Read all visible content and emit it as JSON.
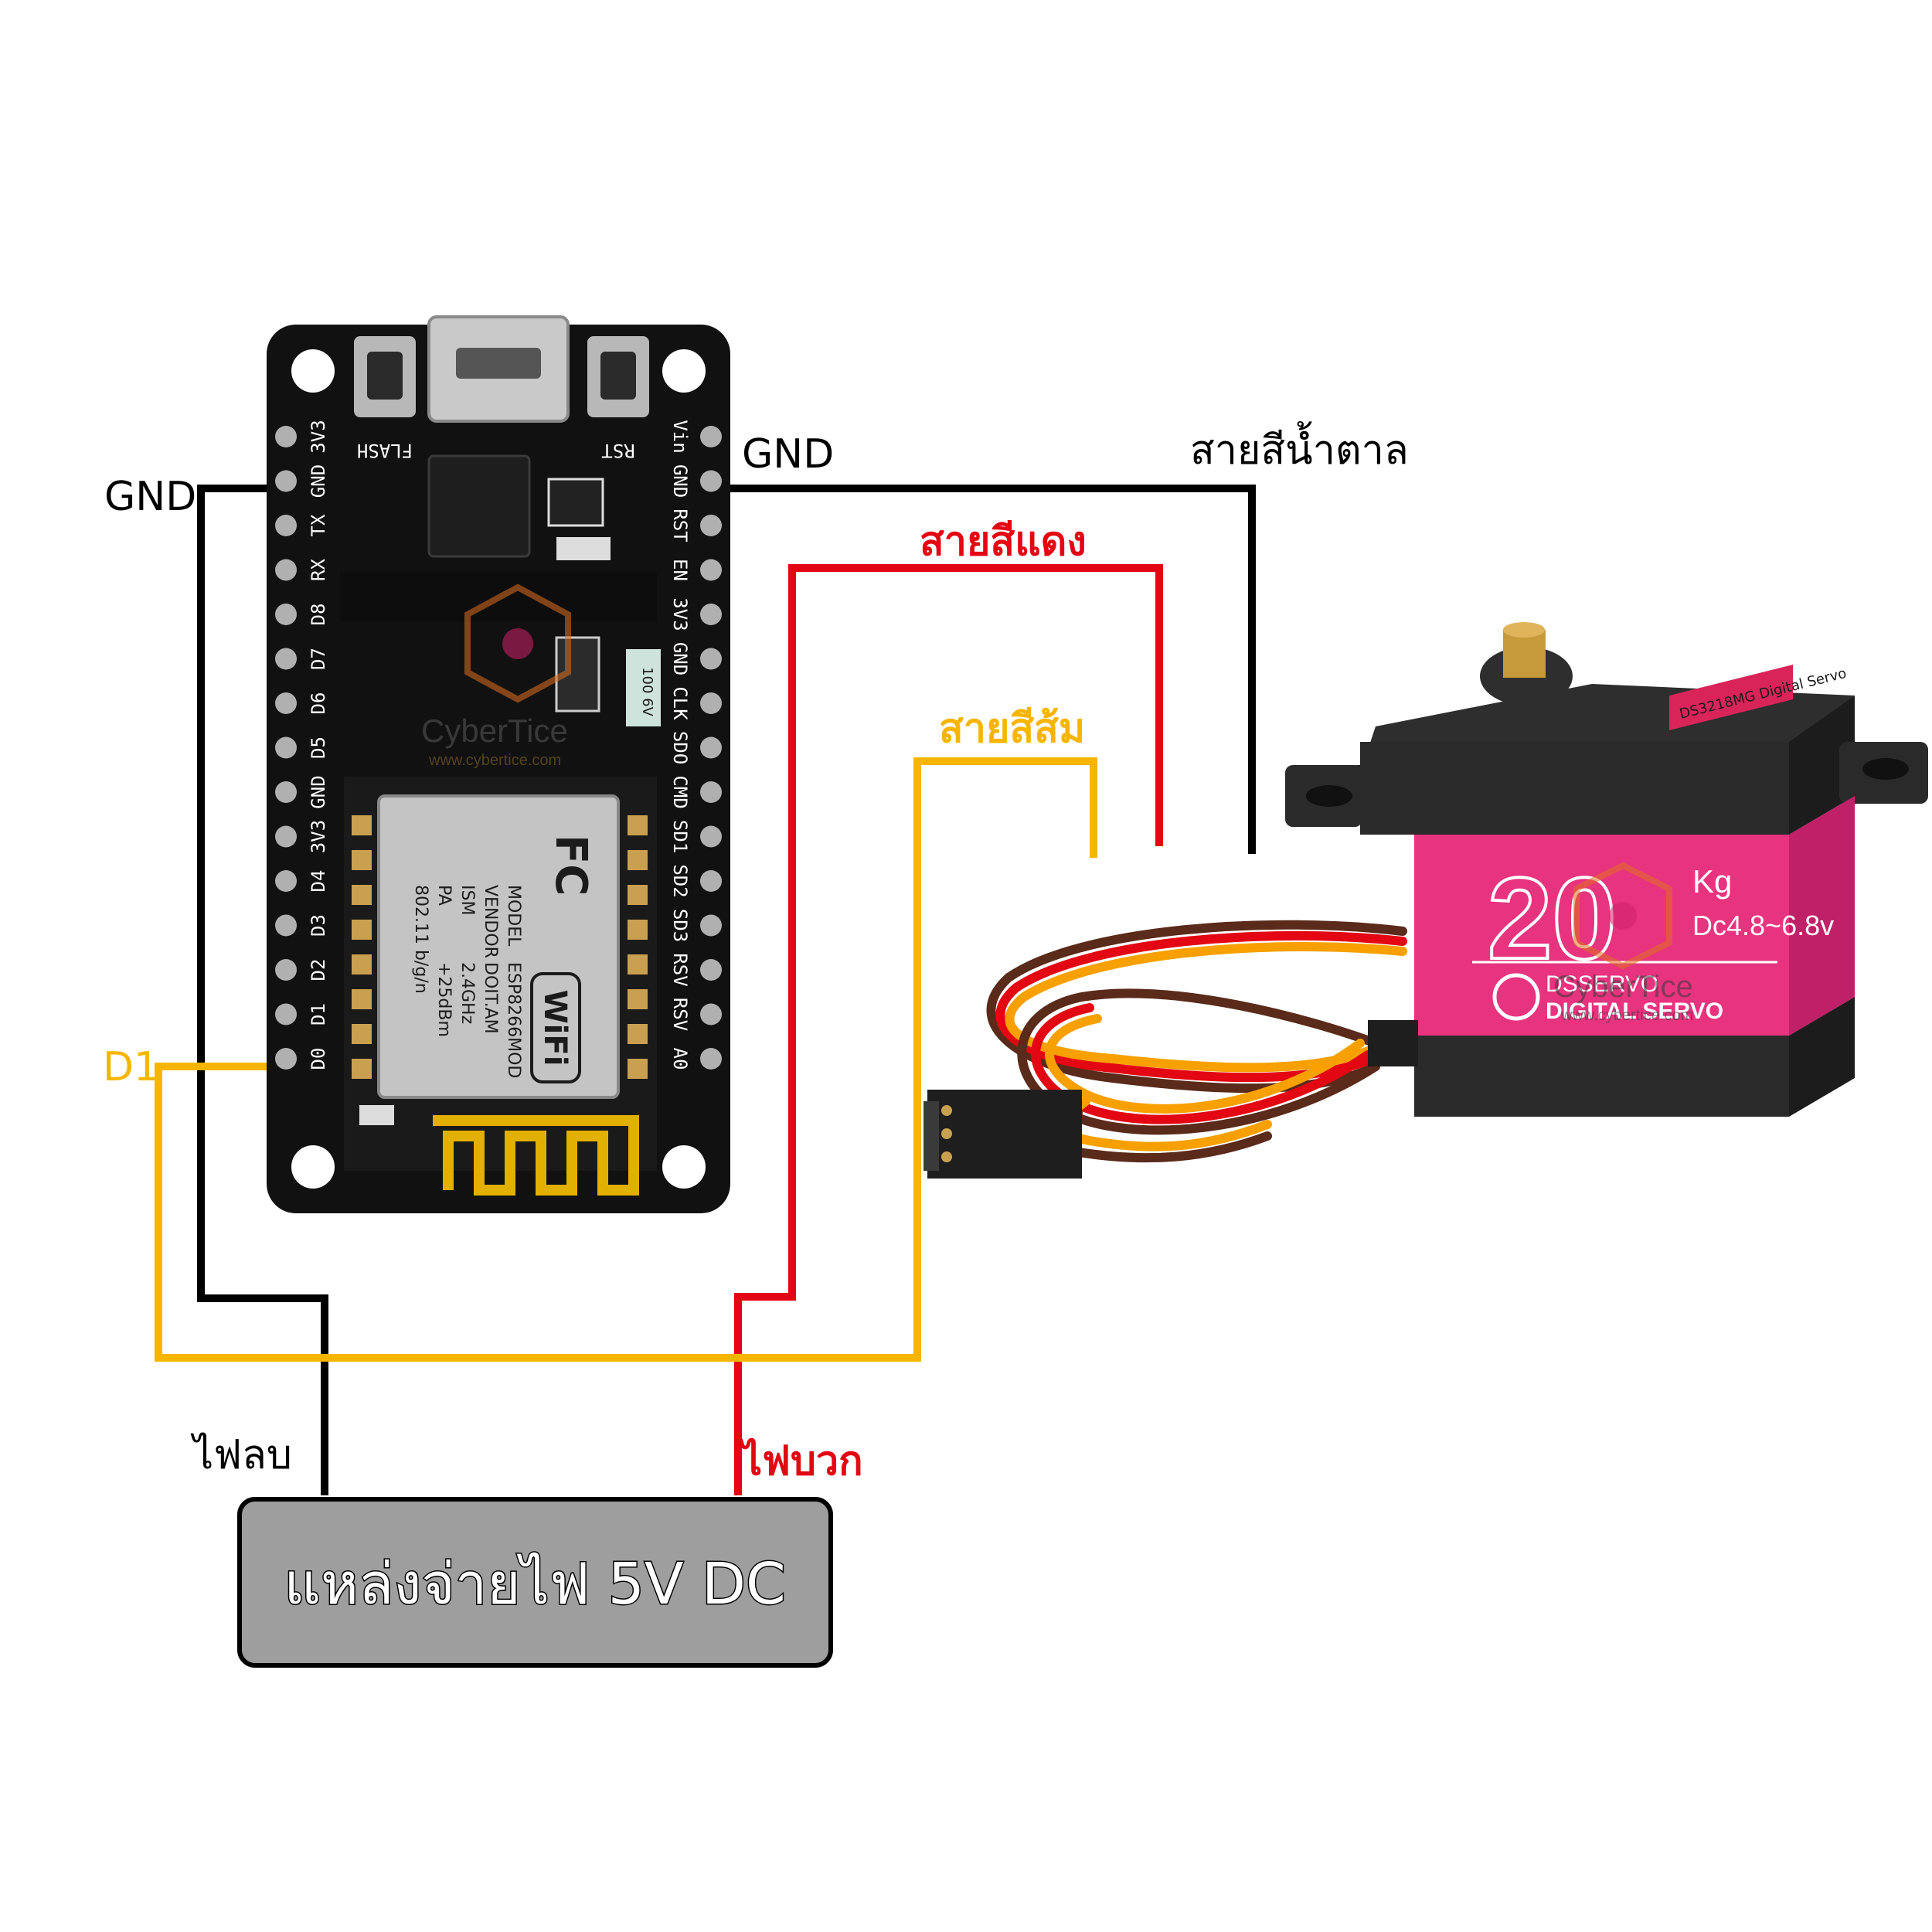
{
  "colors": {
    "gnd_wire": "#000000",
    "power_wire": "#e30613",
    "signal_wire": "#f7b500",
    "board": "#111111",
    "servo_body": "#2a2a2a",
    "servo_label": "#e8337f",
    "power_box": "#9e9e9e"
  },
  "labels": {
    "gnd_left": "GND",
    "gnd_right": "GND",
    "d1": "D1",
    "brown_wire": "สายสีน้ำตาล",
    "red_wire": "สายสีแดง",
    "orange_wire": "สายสีส้ม",
    "negative": "ไฟลบ",
    "positive": "ไฟบวก",
    "power_supply": "แหล่งจ่ายไฟ 5V DC"
  },
  "board": {
    "button_left": "FLASH",
    "button_right": "RST",
    "left_pins": [
      "3V3",
      "GND",
      "TX",
      "RX",
      "D8",
      "D7",
      "D6",
      "D5",
      "GND",
      "3V3",
      "D4",
      "D3",
      "D2",
      "D1",
      "D0"
    ],
    "right_pins": [
      "Vin",
      "GND",
      "RST",
      "EN",
      "3V3",
      "GND",
      "CLK",
      "SDO",
      "CMD",
      "SD1",
      "SD2",
      "SD3",
      "RSV",
      "RSV",
      "A0"
    ],
    "module_lines": [
      "MODEL",
      "VENDOR",
      "ISM",
      "PA",
      "802.11 b/g/n"
    ],
    "module_values": [
      "ESP8266MOD",
      "DOIT.AM",
      "2.4GHz",
      "+25dBm",
      ""
    ],
    "fc_mark": "FC",
    "wifi_mark": "WiFi",
    "cap_text": "100 6V"
  },
  "servo": {
    "rating": "20",
    "unit": "Kg",
    "voltage": "Dc4.8~6.8v",
    "brand": "DSSERVO",
    "series": "DIGITAL SERVO",
    "side_label": "DS3218MG Digital Servo"
  },
  "watermark": {
    "name": "CyberTice",
    "url": "www.cybertice.com"
  }
}
